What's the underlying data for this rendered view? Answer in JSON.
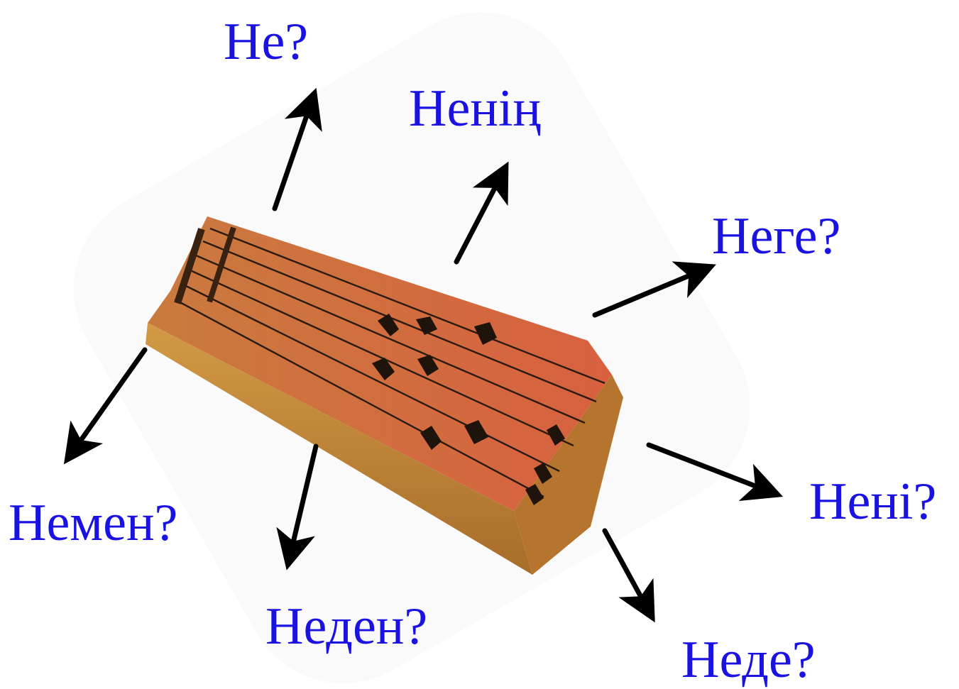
{
  "questions": {
    "ne": "Не?",
    "nenin": "Ненің",
    "nege": "Неге?",
    "neni": "Нені?",
    "nemen": "Немен?",
    "neden": "Неден?",
    "nede": "Неде?"
  },
  "colors": {
    "label_text": "#1a12e0",
    "arrow": "#000000",
    "instrument_top": "#d0753f",
    "instrument_side": "#c9923c"
  },
  "image_subject": "stringed-instrument"
}
